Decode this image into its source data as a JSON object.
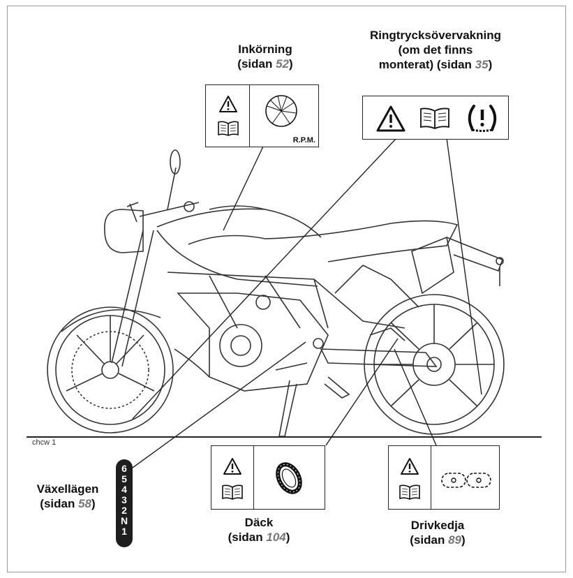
{
  "labels": {
    "break_in": {
      "title": "Inkörning",
      "prefix": "(sidan ",
      "page": "52",
      "suffix": ")"
    },
    "tyre_pressure": {
      "title": "Ringtrycksövervakning",
      "line2": "(om det finns",
      "line3_prefix": "monterat) (sidan ",
      "page": "35",
      "suffix": ")"
    },
    "gears": {
      "title": "Växellägen",
      "prefix": "(sidan ",
      "page": "58",
      "suffix": ")"
    },
    "tyres": {
      "title": "Däck",
      "prefix": "(sidan ",
      "page": "104",
      "suffix": ")"
    },
    "drive_chain": {
      "title": "Drivkedja",
      "prefix": "(sidan ",
      "page": "89",
      "suffix": ")"
    }
  },
  "rpm_text": "R.P.M.",
  "caption": "chcw 1",
  "gear_positions": [
    "6",
    "5",
    "4",
    "3",
    "2",
    "N",
    "1"
  ],
  "icons": [
    "warning-icon",
    "manual-book-icon",
    "tachometer-icon",
    "tpms-icon",
    "tyre-icon",
    "chain-icon",
    "gear-indicator-icon"
  ],
  "colors": {
    "page_number": "#777777",
    "ink": "#111111"
  }
}
